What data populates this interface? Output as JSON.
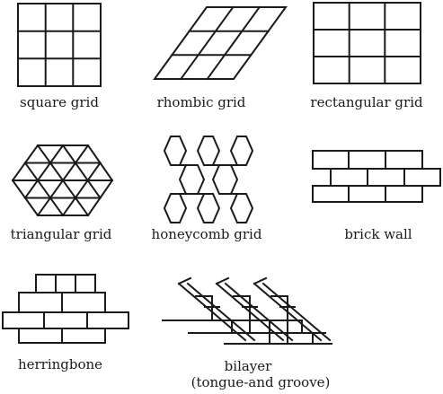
{
  "figures": [
    {
      "id": "square",
      "label": "square grid"
    },
    {
      "id": "rhombic",
      "label": "rhombic grid"
    },
    {
      "id": "rectangular",
      "label": "rectangular grid"
    },
    {
      "id": "triangular",
      "label": "triangular grid"
    },
    {
      "id": "honeycomb",
      "label": "honeycomb grid"
    },
    {
      "id": "brick",
      "label": "brick wall"
    },
    {
      "id": "herringbone",
      "label": "herringbone"
    },
    {
      "id": "bilayer",
      "label": "bilayer",
      "label_line2": "(tongue-and groove)"
    }
  ]
}
